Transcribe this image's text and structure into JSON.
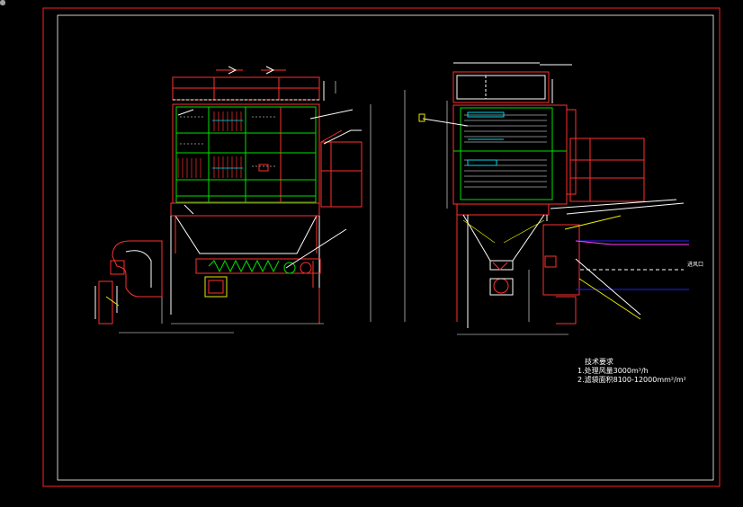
{
  "colors": {
    "background": "#000000",
    "frame": "#ff2020",
    "inner_frame": "#ffffff",
    "red_line": "#ff3030",
    "green_line": "#00e000",
    "cyan_line": "#00d8e8",
    "yellow_line": "#e8e800",
    "white_line": "#ffffff",
    "blue_line": "#2020ff",
    "magenta_line": "#ff40ff"
  },
  "notes": {
    "heading": "技术要求",
    "line1": "1.处理风量3000m³/h",
    "line2": "2.滤袋面积8100-12000mm²/m²"
  },
  "callouts": {
    "right_duct_label": "进风口"
  }
}
